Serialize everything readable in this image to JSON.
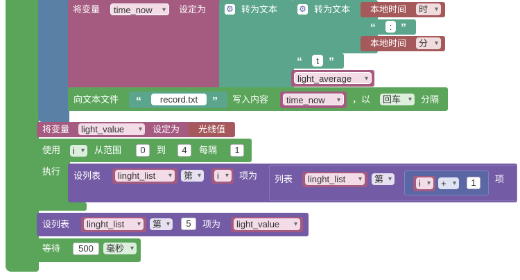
{
  "blocks": {
    "set_var_kw": "将变量",
    "set_to_kw": "设定为",
    "to_text_kw": "转为文本",
    "local_time_kw": "本地时间",
    "quote_open": "“",
    "quote_close": "”",
    "var_time_now": "time_now",
    "unit_hour": "时",
    "unit_minute": "分",
    "colon_text": ":",
    "t_text": "t",
    "var_light_average": "light_average",
    "file_write_kw": "向文本文件",
    "file_name": "record.txt",
    "write_content_kw": "写入内容",
    "comma_with_kw": "，以",
    "separator_value": "回车",
    "separator_kw": "分隔",
    "var_light_value": "light_value",
    "light_sensor_kw": "光线值",
    "use_kw": "使用",
    "loop_var": "i",
    "from_range_kw": "从范围",
    "range_from": "0",
    "to_kw": "到",
    "range_to": "4",
    "step_kw": "每隔",
    "range_step": "1",
    "do_kw": "执行",
    "set_list_kw": "设列表",
    "list_name": "linght_list",
    "index_kw": "第",
    "item_kw": "项为",
    "list_kw": "列表",
    "item_end_kw": "项",
    "op_plus": "+",
    "num_one": "1",
    "index_five": "5",
    "wait_kw": "等待",
    "wait_value": "500",
    "wait_unit": "毫秒"
  },
  "colors": {
    "control_green": "#5ba55b",
    "loop_blue": "#5b80a5",
    "variable_red": "#a55b80",
    "text_teal": "#5ba58c",
    "time_dark": "#a5595b",
    "list_purple": "#745ba5",
    "ops_blue": "#5b67a5"
  }
}
